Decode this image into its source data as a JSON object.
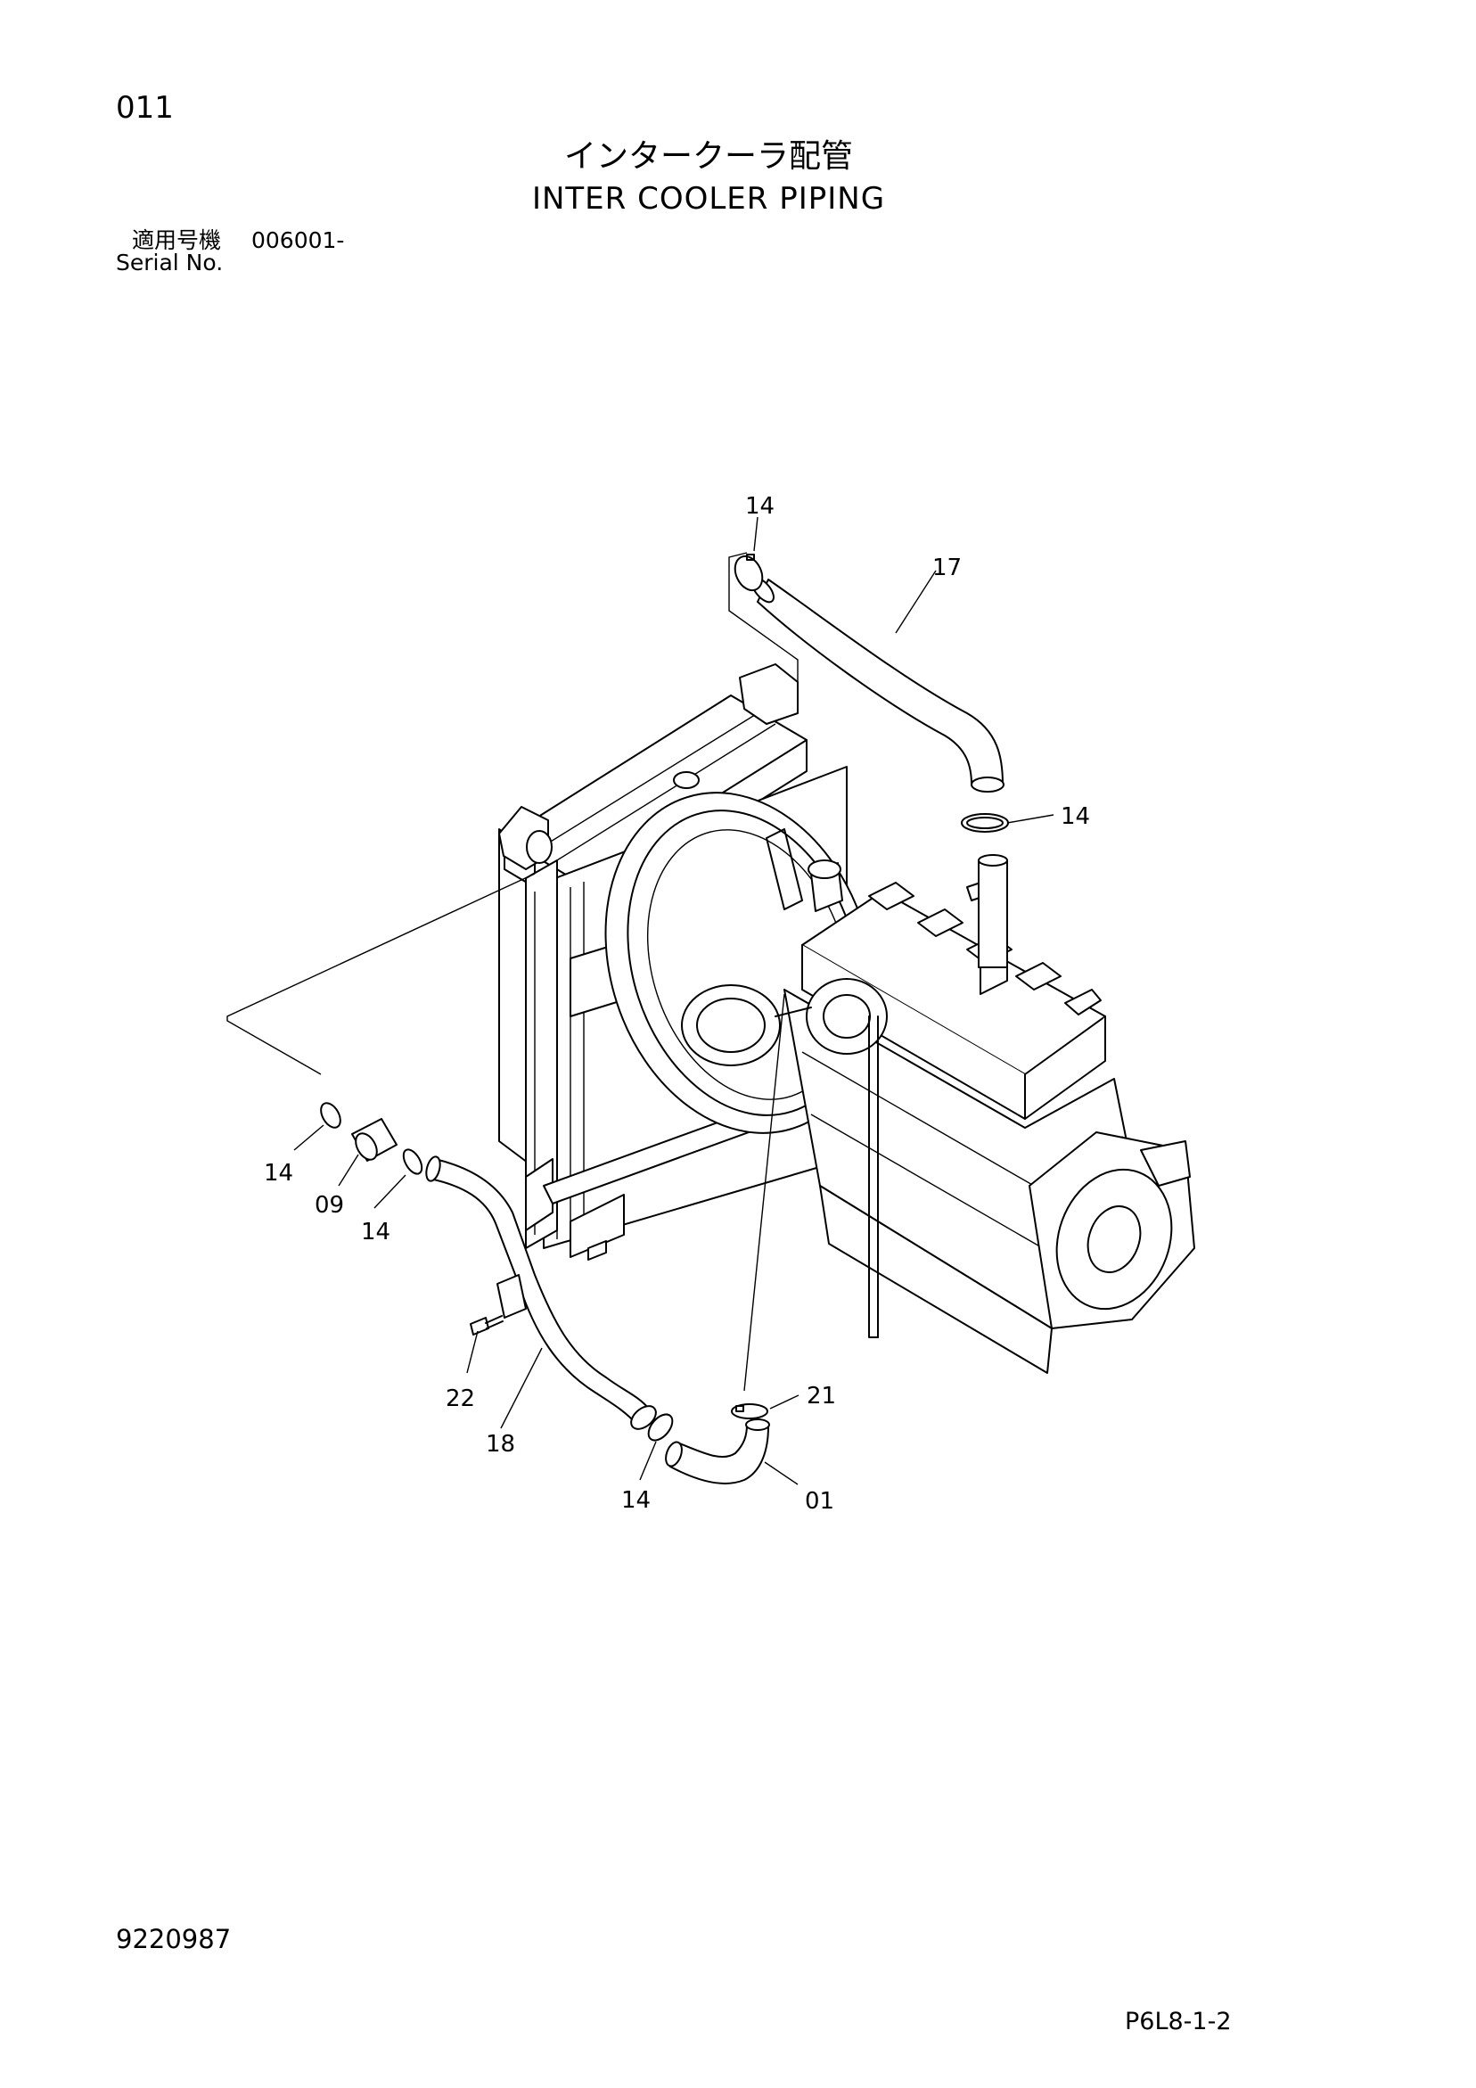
{
  "page": {
    "number": "011",
    "title_jp": "インタークーラ配管",
    "title_en": "INTER COOLER PIPING",
    "serial_label_jp": "適用号機",
    "serial_value": "006001-",
    "serial_label_en": "Serial No.",
    "doc_number": "9220987",
    "page_code": "P6L8-1-2"
  },
  "callouts": {
    "c14_top": "14",
    "c17": "17",
    "c14_right": "14",
    "c14_left": "14",
    "c09": "09",
    "c14_mid": "14",
    "c22": "22",
    "c18": "18",
    "c21": "21",
    "c14_bottom": "14",
    "c01": "01"
  }
}
